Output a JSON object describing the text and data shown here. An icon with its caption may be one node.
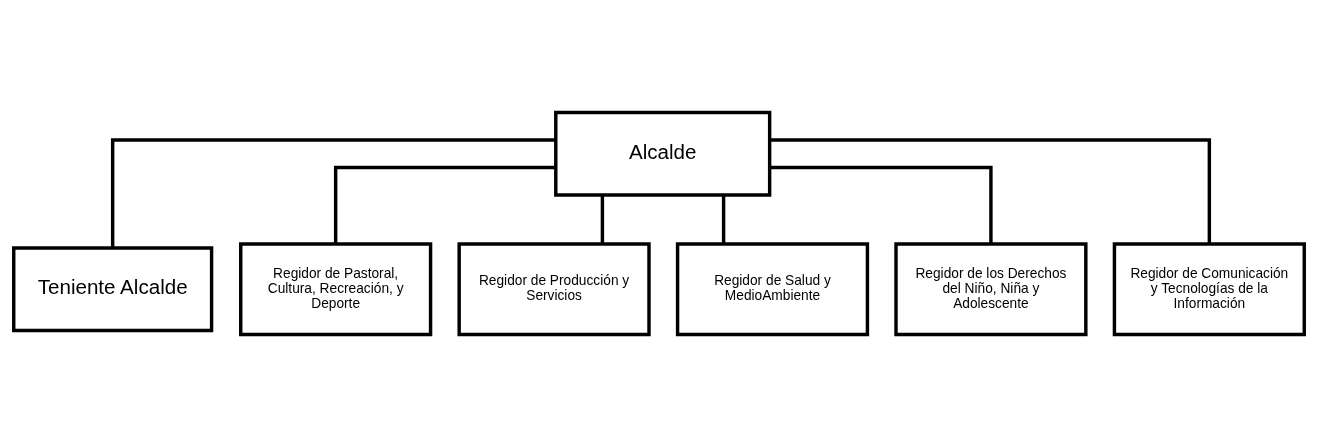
{
  "diagram": {
    "nodes": [
      {
        "text": [
          "Alcalde"
        ]
      },
      {
        "text": [
          "Teniente Alcalde"
        ]
      },
      {
        "text": [
          "Regidor de Pastoral, Cultura, Recreación, y Deporte"
        ]
      },
      {
        "text": [
          "Regidor de Producción y Servicios"
        ]
      },
      {
        "text": [
          "Regidor de Salud y MedioAmbiente"
        ]
      },
      {
        "text": [
          "Regidor de los Derechos del Niño, Niña y Adolescente"
        ]
      },
      {
        "text": [
          "Regidor de Comunicación y Tecnologías de la Información"
        ]
      }
    ],
    "edges": [
      {
        "from": 0,
        "to": 1,
        "arrow": "none"
      },
      {
        "from": 0,
        "to": 2,
        "arrow": "none"
      },
      {
        "from": 0,
        "to": 3,
        "arrow": "none"
      },
      {
        "from": 0,
        "to": 4,
        "arrow": "none"
      },
      {
        "from": 0,
        "to": 5,
        "arrow": "none"
      },
      {
        "from": 0,
        "to": 6,
        "arrow": "none"
      }
    ]
  }
}
